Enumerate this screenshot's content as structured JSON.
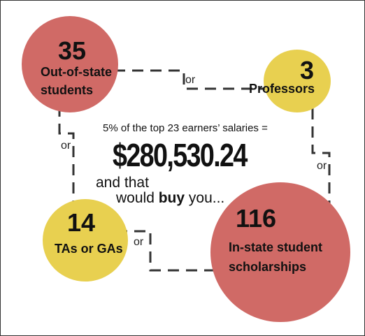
{
  "colors": {
    "red": "#d06a66",
    "yellow": "#e8d050",
    "dash": "#333333",
    "text": "#111111"
  },
  "bubbles": [
    {
      "number": "35",
      "label_line1": "Out-of-state",
      "label_line2": "students",
      "color": "red"
    },
    {
      "number": "3",
      "label_line1": "Professors",
      "color": "yellow"
    },
    {
      "number": "14",
      "label_line1": "TAs or GAs",
      "color": "yellow"
    },
    {
      "number": "116",
      "label_line1": "In-state student",
      "label_line2": "scholarships",
      "color": "red"
    }
  ],
  "connector_word": "or",
  "center": {
    "caption": "5% of the top 23 earners’ salaries =",
    "amount": "$280,530.24",
    "line1": "and that",
    "line2_pre": "would",
    "line2_bold": "buy",
    "line2_post": "you..."
  }
}
